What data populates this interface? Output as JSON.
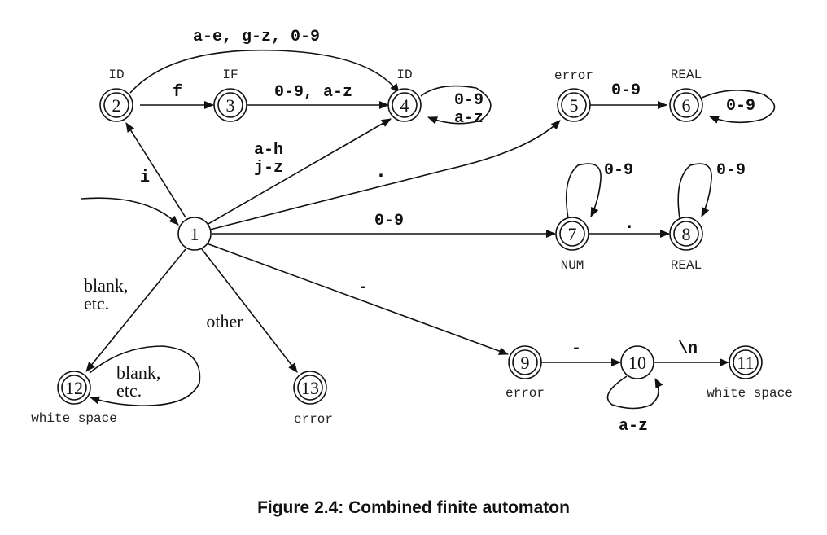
{
  "caption": "Figure 2.4: Combined finite automaton",
  "states": [
    {
      "id": "s1",
      "number": "1",
      "annotation": "",
      "accepting": false
    },
    {
      "id": "s2",
      "number": "2",
      "annotation": "ID",
      "accepting": true
    },
    {
      "id": "s3",
      "number": "3",
      "annotation": "IF",
      "accepting": true
    },
    {
      "id": "s4",
      "number": "4",
      "annotation": "ID",
      "accepting": true
    },
    {
      "id": "s5",
      "number": "5",
      "annotation": "error",
      "accepting": true
    },
    {
      "id": "s6",
      "number": "6",
      "annotation": "REAL",
      "accepting": true
    },
    {
      "id": "s7",
      "number": "7",
      "annotation": "NUM",
      "accepting": true
    },
    {
      "id": "s8",
      "number": "8",
      "annotation": "REAL",
      "accepting": true
    },
    {
      "id": "s9",
      "number": "9",
      "annotation": "error",
      "accepting": true
    },
    {
      "id": "s10",
      "number": "10",
      "annotation": "",
      "accepting": false
    },
    {
      "id": "s11",
      "number": "11",
      "annotation": "white space",
      "accepting": true
    },
    {
      "id": "s12",
      "number": "12",
      "annotation": "white space",
      "accepting": true
    },
    {
      "id": "s13",
      "number": "13",
      "annotation": "error",
      "accepting": true
    }
  ],
  "transitions": [
    {
      "id": "t-start-1",
      "from": "start",
      "to": "1",
      "label": []
    },
    {
      "id": "t-1-2",
      "from": "1",
      "to": "2",
      "label": [
        "i"
      ]
    },
    {
      "id": "t-2-3",
      "from": "2",
      "to": "3",
      "label": [
        "f"
      ]
    },
    {
      "id": "t-2-4",
      "from": "2",
      "to": "4",
      "label": [
        "a-e, g-z, 0-9"
      ]
    },
    {
      "id": "t-3-4",
      "from": "3",
      "to": "4",
      "label": [
        "0-9, a-z"
      ]
    },
    {
      "id": "t-4-4",
      "from": "4",
      "to": "4",
      "label": [
        "0-9",
        "a-z"
      ]
    },
    {
      "id": "t-1-4",
      "from": "1",
      "to": "4",
      "label": [
        "a-h",
        "j-z"
      ]
    },
    {
      "id": "t-1-5",
      "from": "1",
      "to": "5",
      "label": [
        "."
      ]
    },
    {
      "id": "t-5-6",
      "from": "5",
      "to": "6",
      "label": [
        "0-9"
      ]
    },
    {
      "id": "t-6-6",
      "from": "6",
      "to": "6",
      "label": [
        "0-9"
      ]
    },
    {
      "id": "t-1-7",
      "from": "1",
      "to": "7",
      "label": [
        "0-9"
      ]
    },
    {
      "id": "t-7-7",
      "from": "7",
      "to": "7",
      "label": [
        "0-9"
      ]
    },
    {
      "id": "t-7-8",
      "from": "7",
      "to": "8",
      "label": [
        "."
      ]
    },
    {
      "id": "t-8-8",
      "from": "8",
      "to": "8",
      "label": [
        "0-9"
      ]
    },
    {
      "id": "t-1-9",
      "from": "1",
      "to": "9",
      "label": [
        "-"
      ]
    },
    {
      "id": "t-9-10",
      "from": "9",
      "to": "10",
      "label": [
        "-"
      ]
    },
    {
      "id": "t-10-10",
      "from": "10",
      "to": "10",
      "label": [
        "a-z"
      ]
    },
    {
      "id": "t-10-11",
      "from": "10",
      "to": "11",
      "label": [
        "\\n"
      ]
    },
    {
      "id": "t-1-12",
      "from": "1",
      "to": "12",
      "label": [
        "blank,",
        "etc."
      ]
    },
    {
      "id": "t-12-12",
      "from": "12",
      "to": "12",
      "label": [
        "blank,",
        "etc."
      ]
    },
    {
      "id": "t-1-13",
      "from": "1",
      "to": "13",
      "label": [
        "other"
      ]
    }
  ]
}
